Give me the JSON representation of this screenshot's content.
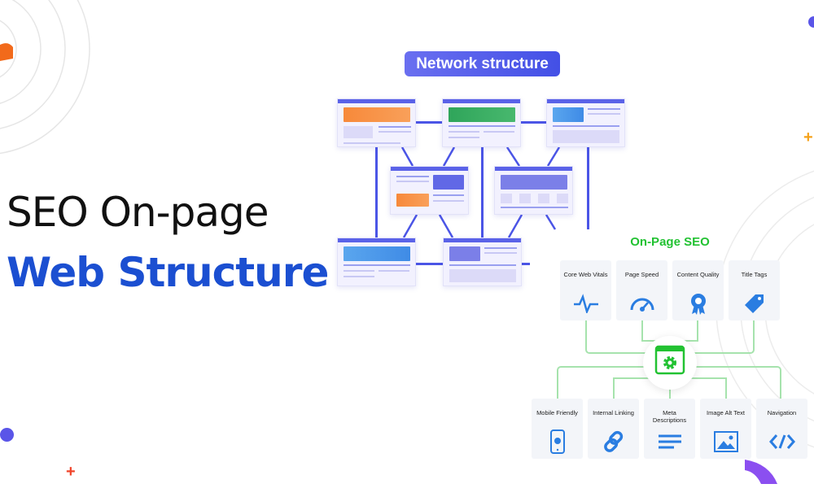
{
  "headline": {
    "line1": "SEO On-page",
    "line2": "Web Structure"
  },
  "network": {
    "title": "Network structure"
  },
  "onpage": {
    "title": "On-Page SEO",
    "top": [
      {
        "label": "Core Web Vitals",
        "icon": "pulse-icon"
      },
      {
        "label": "Page Speed",
        "icon": "speedometer-icon"
      },
      {
        "label": "Content Quality",
        "icon": "award-badge-icon"
      },
      {
        "label": "Title Tags",
        "icon": "tag-icon"
      }
    ],
    "bottom": [
      {
        "label": "Mobile Friendly",
        "icon": "mobile-check-icon"
      },
      {
        "label": "Internal Linking",
        "icon": "link-icon"
      },
      {
        "label": "Meta Descriptions",
        "icon": "text-lines-icon"
      },
      {
        "label": "Image Alt Text",
        "icon": "image-icon"
      },
      {
        "label": "Navigation",
        "icon": "code-icon"
      }
    ]
  },
  "colors": {
    "blue": "#1b4fd1",
    "green": "#22c232",
    "icon": "#2a7de1",
    "network": "#4b55e6"
  }
}
